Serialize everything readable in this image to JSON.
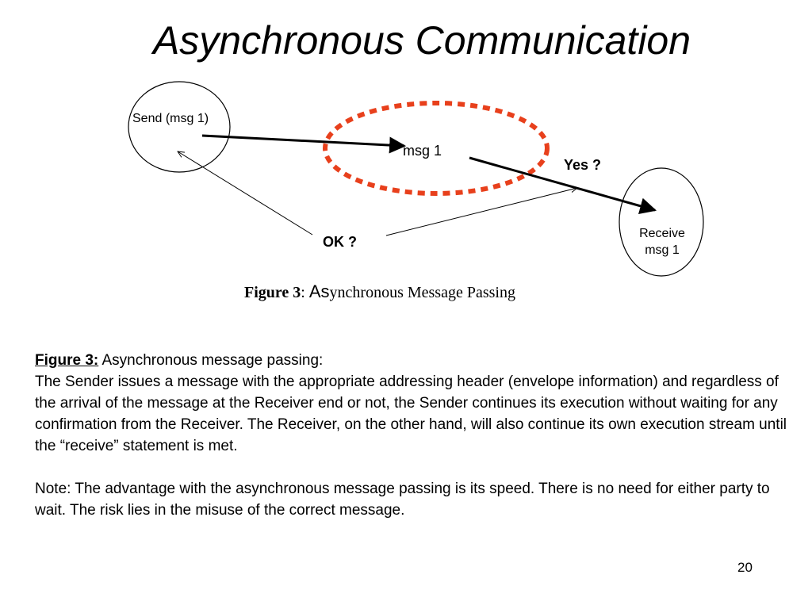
{
  "slide": {
    "title": "Asynchronous Communication",
    "page_number": "20"
  },
  "diagram": {
    "send_label": "Send (msg 1)",
    "message_label": "msg 1",
    "yes_label": "Yes ?",
    "ok_label": "OK ?",
    "receive_label_line1": "Receive",
    "receive_label_line2": "msg 1",
    "highlight_color": "#e8401c"
  },
  "caption": {
    "figure_number": "Figure 3",
    "colon": ": ",
    "title_as": "As",
    "title_rest": "ynchronous Message Passing"
  },
  "description": {
    "figure_ref": "Figure 3:",
    "heading_rest": " Asynchronous message passing:",
    "paragraph1": "The Sender issues a message with the appropriate addressing header (envelope information) and regardless of the arrival of the message at the Receiver end or not, the Sender continues its execution without waiting for any confirmation from the Receiver. The Receiver, on the other hand, will also continue its own execution stream until the “receive” statement is met.",
    "paragraph2": "Note: The advantage with the asynchronous message passing is its speed. There  is no need for either party to wait. The risk lies in the misuse of the correct message."
  }
}
